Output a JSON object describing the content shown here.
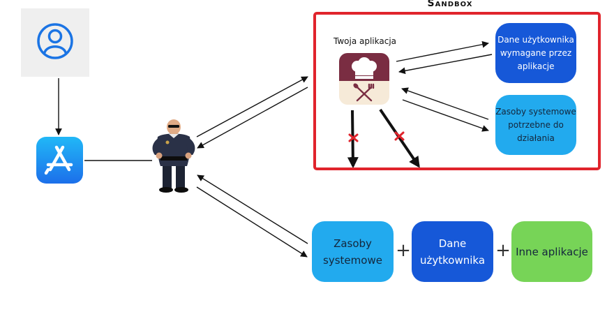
{
  "sandbox": {
    "title": "Sandbox",
    "app_label": "Twoja aplikacja",
    "user_data_box": "Dane użytkownika wymagane przez aplikacje",
    "system_resources_box": "Zasoby systemowe potrzebne do działania"
  },
  "bottom": {
    "box1": "Zasoby systemowe",
    "box2": "Dane użytkownika",
    "box3": "Inne aplikacje",
    "plus1": "+",
    "plus2": "+"
  },
  "icons": [
    "user-icon",
    "app-store-icon",
    "security-guard-illustration",
    "chef-app-icon",
    "blocked-mark-icon"
  ],
  "colors": {
    "sandbox_border": "#e0242c",
    "blue_dark": "#1658d8",
    "blue_light": "#22aaee",
    "green": "#77d457",
    "app_icon_top": "#7a2d42",
    "app_icon_bottom": "#f6ead8",
    "blocked_mark": "#e0242c"
  }
}
